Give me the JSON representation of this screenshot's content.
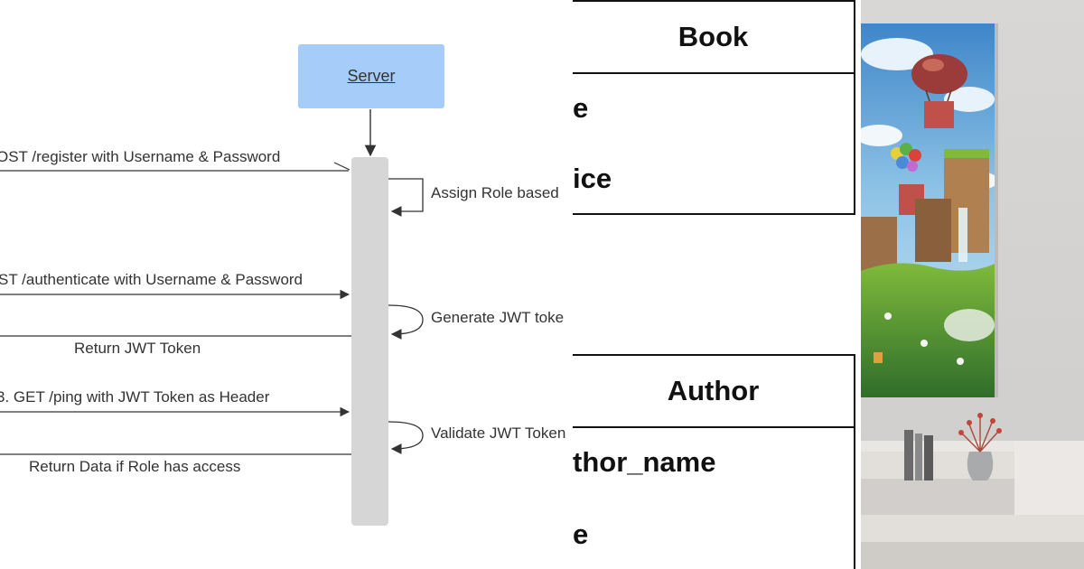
{
  "sequence_diagram": {
    "server_label": "Server",
    "messages": [
      {
        "text": "OST /register with Username & Password"
      },
      {
        "text": "Assign Role based"
      },
      {
        "text": "ST /authenticate with Username & Password"
      },
      {
        "text": "Generate JWT toke"
      },
      {
        "text": "Return JWT Token"
      },
      {
        "text": "3. GET /ping with JWT Token as Header"
      },
      {
        "text": "Validate JWT Token"
      },
      {
        "text": "Return Data if Role has access"
      }
    ]
  },
  "uml": {
    "book": {
      "title": "Book",
      "fields": [
        "e",
        "ice"
      ]
    },
    "author": {
      "title": "Author",
      "fields": [
        "thor_name",
        "e"
      ]
    }
  },
  "colors": {
    "server_fill": "#a6cdfa",
    "lifeline_fill": "#d6d6d6"
  },
  "illustration": {
    "description_icon": "balloon-island-poster-icon"
  }
}
